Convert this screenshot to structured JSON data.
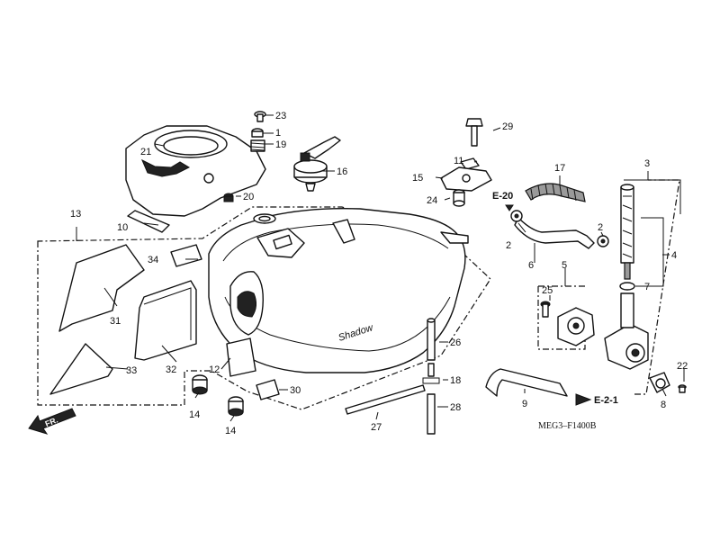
{
  "diagram": {
    "figure_code": "MEG3–F1400B",
    "front_indicator": "FR.",
    "refs": {
      "e20": "E-20",
      "e21": "E-2-1"
    },
    "logo_text": "Shadow",
    "callouts": {
      "c1": "1",
      "c2a": "2",
      "c2b": "2",
      "c3": "3",
      "c4": "4",
      "c5": "5",
      "c6": "6",
      "c7": "7",
      "c8": "8",
      "c9": "9",
      "c10": "10",
      "c11": "11",
      "c12": "12",
      "c13": "13",
      "c14a": "14",
      "c14b": "14",
      "c15": "15",
      "c16": "16",
      "c17": "17",
      "c18": "18",
      "c19": "19",
      "c20": "20",
      "c21": "21",
      "c22": "22",
      "c23": "23",
      "c24": "24",
      "c25": "25",
      "c26": "26",
      "c27": "27",
      "c28": "28",
      "c29": "29",
      "c30": "30",
      "c31": "31",
      "c32": "32",
      "c33": "33",
      "c34": "34"
    }
  }
}
